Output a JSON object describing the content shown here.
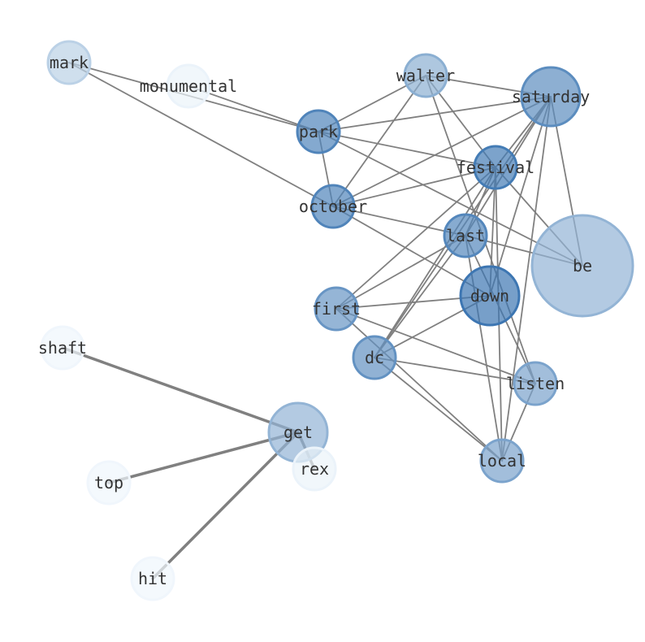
{
  "nodes": [
    {
      "id": "mark",
      "label": "mark",
      "weight": 0.25
    },
    {
      "id": "monumental",
      "label": "monumental",
      "weight": 0.05
    },
    {
      "id": "walter",
      "label": "walter",
      "weight": 0.45
    },
    {
      "id": "saturday",
      "label": "saturday",
      "weight": 0.65
    },
    {
      "id": "park",
      "label": "park",
      "weight": 0.7
    },
    {
      "id": "festival",
      "label": "festival",
      "weight": 0.75
    },
    {
      "id": "october",
      "label": "october",
      "weight": 0.7
    },
    {
      "id": "last",
      "label": "last",
      "weight": 0.68
    },
    {
      "id": "be",
      "label": "be",
      "weight": 0.42
    },
    {
      "id": "down",
      "label": "down",
      "weight": 0.78
    },
    {
      "id": "first",
      "label": "first",
      "weight": 0.6
    },
    {
      "id": "dc",
      "label": "dc",
      "weight": 0.62
    },
    {
      "id": "listen",
      "label": "listen",
      "weight": 0.52
    },
    {
      "id": "local",
      "label": "local",
      "weight": 0.52
    },
    {
      "id": "shaft",
      "label": "shaft",
      "weight": 0.03
    },
    {
      "id": "get",
      "label": "get",
      "weight": 0.42
    },
    {
      "id": "rex",
      "label": "rex",
      "weight": 0.05
    },
    {
      "id": "top",
      "label": "top",
      "weight": 0.03
    },
    {
      "id": "hit",
      "label": "hit",
      "weight": 0.03
    }
  ],
  "edges": [
    {
      "source": "mark",
      "target": "park",
      "weight": 1
    },
    {
      "source": "mark",
      "target": "october",
      "weight": 1
    },
    {
      "source": "monumental",
      "target": "park",
      "weight": 1
    },
    {
      "source": "park",
      "target": "walter",
      "weight": 1
    },
    {
      "source": "park",
      "target": "saturday",
      "weight": 1
    },
    {
      "source": "park",
      "target": "festival",
      "weight": 1
    },
    {
      "source": "park",
      "target": "october",
      "weight": 1
    },
    {
      "source": "park",
      "target": "be",
      "weight": 1
    },
    {
      "source": "walter",
      "target": "saturday",
      "weight": 1
    },
    {
      "source": "walter",
      "target": "festival",
      "weight": 1
    },
    {
      "source": "walter",
      "target": "october",
      "weight": 1
    },
    {
      "source": "walter",
      "target": "listen",
      "weight": 1
    },
    {
      "source": "saturday",
      "target": "festival",
      "weight": 1
    },
    {
      "source": "saturday",
      "target": "october",
      "weight": 1
    },
    {
      "source": "saturday",
      "target": "be",
      "weight": 1
    },
    {
      "source": "saturday",
      "target": "last",
      "weight": 1
    },
    {
      "source": "saturday",
      "target": "down",
      "weight": 1
    },
    {
      "source": "saturday",
      "target": "dc",
      "weight": 1
    },
    {
      "source": "saturday",
      "target": "local",
      "weight": 1
    },
    {
      "source": "festival",
      "target": "october",
      "weight": 1
    },
    {
      "source": "festival",
      "target": "be",
      "weight": 1
    },
    {
      "source": "festival",
      "target": "first",
      "weight": 1
    },
    {
      "source": "festival",
      "target": "dc",
      "weight": 1
    },
    {
      "source": "festival",
      "target": "local",
      "weight": 1
    },
    {
      "source": "festival",
      "target": "last",
      "weight": 1
    },
    {
      "source": "festival",
      "target": "down",
      "weight": 1
    },
    {
      "source": "october",
      "target": "last",
      "weight": 1
    },
    {
      "source": "october",
      "target": "down",
      "weight": 1
    },
    {
      "source": "last",
      "target": "be",
      "weight": 1
    },
    {
      "source": "last",
      "target": "first",
      "weight": 1
    },
    {
      "source": "last",
      "target": "dc",
      "weight": 1
    },
    {
      "source": "last",
      "target": "listen",
      "weight": 1
    },
    {
      "source": "last",
      "target": "local",
      "weight": 1
    },
    {
      "source": "down",
      "target": "first",
      "weight": 1
    },
    {
      "source": "down",
      "target": "dc",
      "weight": 1
    },
    {
      "source": "first",
      "target": "listen",
      "weight": 1
    },
    {
      "source": "first",
      "target": "local",
      "weight": 1
    },
    {
      "source": "dc",
      "target": "listen",
      "weight": 1
    },
    {
      "source": "dc",
      "target": "local",
      "weight": 1
    },
    {
      "source": "listen",
      "target": "local",
      "weight": 1
    },
    {
      "source": "shaft",
      "target": "get",
      "weight": 2
    },
    {
      "source": "top",
      "target": "get",
      "weight": 2
    },
    {
      "source": "hit",
      "target": "get",
      "weight": 2
    },
    {
      "source": "get",
      "target": "rex",
      "weight": 2
    }
  ]
}
